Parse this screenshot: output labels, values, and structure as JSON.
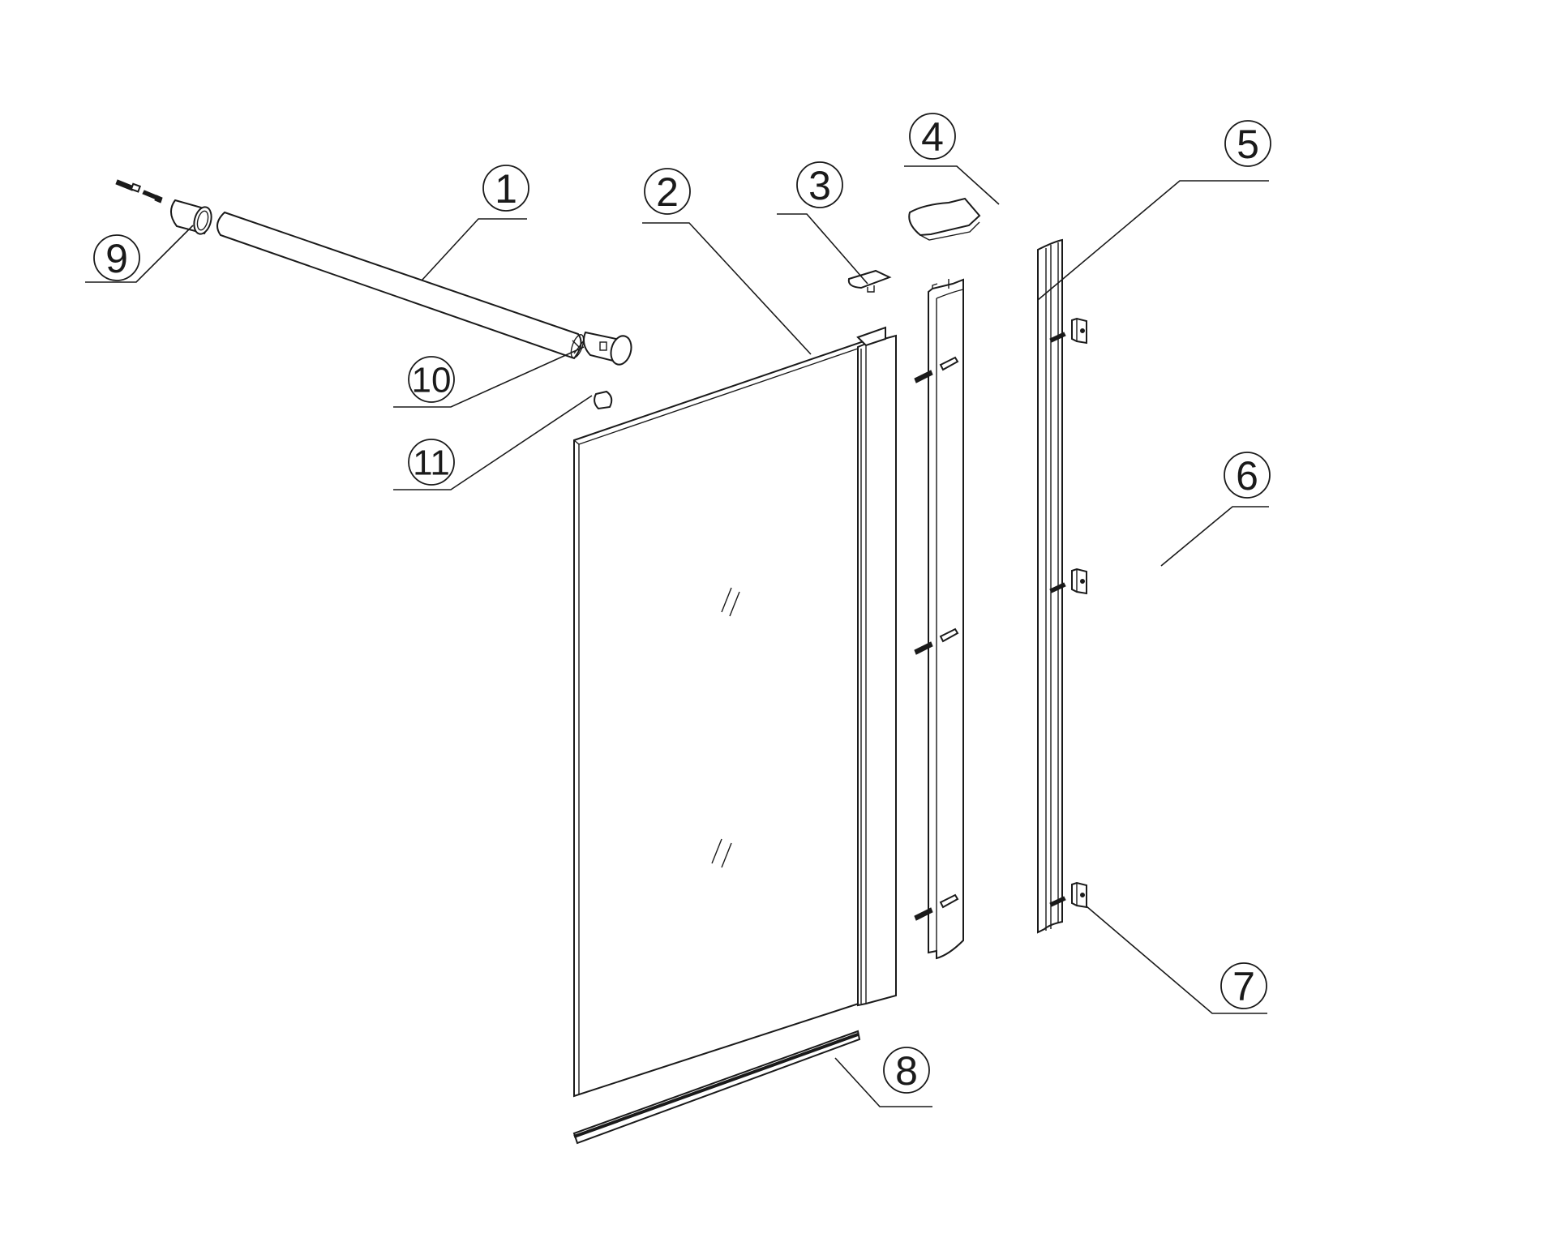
{
  "diagram": {
    "type": "exploded-assembly",
    "subject": "shower screen panel with stabilizer bar",
    "background": "#ffffff",
    "line_color": "#1a1a1a",
    "callouts": [
      {
        "id": "1",
        "label": "1",
        "part": "stabilizer-bar"
      },
      {
        "id": "2",
        "label": "2",
        "part": "glass-panel"
      },
      {
        "id": "3",
        "label": "3",
        "part": "panel-top-cap"
      },
      {
        "id": "4",
        "label": "4",
        "part": "wall-profile-end-cap"
      },
      {
        "id": "5",
        "label": "5",
        "part": "wall-profile"
      },
      {
        "id": "6",
        "label": "6",
        "part": "wall-channel"
      },
      {
        "id": "7",
        "label": "7",
        "part": "wall-bracket"
      },
      {
        "id": "8",
        "label": "8",
        "part": "bottom-seal"
      },
      {
        "id": "9",
        "label": "9",
        "part": "wall-mount-sleeve"
      },
      {
        "id": "10",
        "label": "10",
        "part": "glass-clamp-connector"
      },
      {
        "id": "11",
        "label": "11",
        "part": "connector-cap"
      }
    ]
  }
}
